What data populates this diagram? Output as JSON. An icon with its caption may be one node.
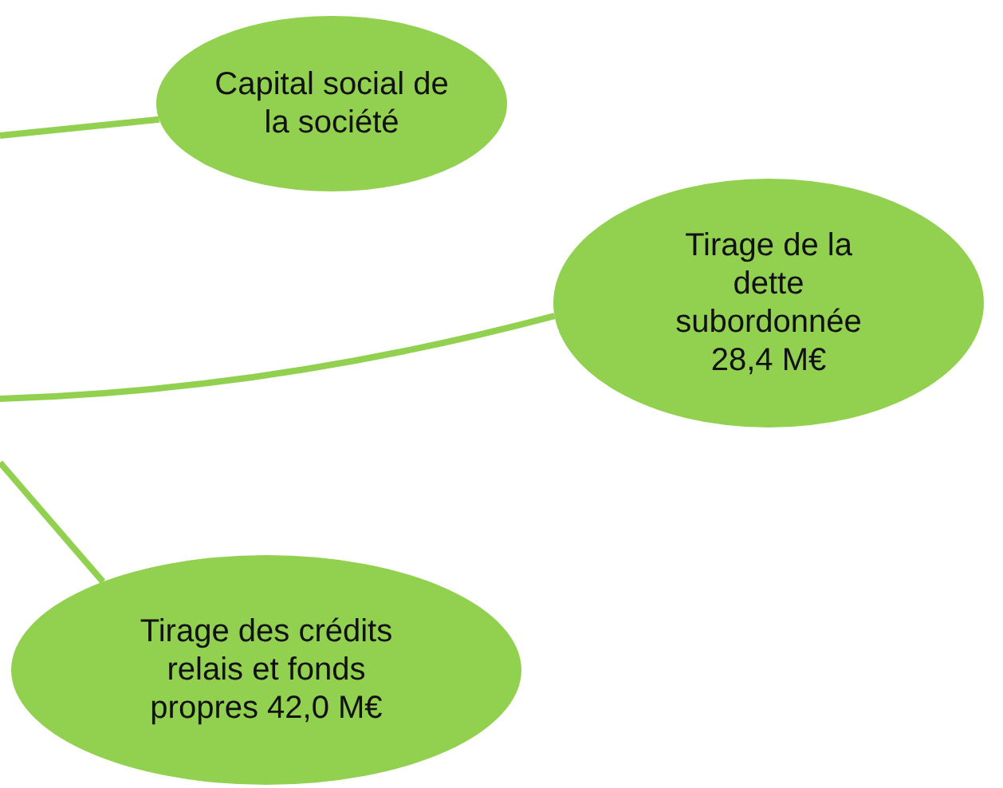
{
  "diagram": {
    "nodes": [
      {
        "text": [
          "Capital social de la société"
        ]
      },
      {
        "text": [
          "Tirage de la dette subordonnée 28,4 M€"
        ]
      },
      {
        "text": [
          "Tirage des crédits relais et fonds propres 42,0 M€"
        ]
      }
    ],
    "edges": [
      {
        "from": null,
        "to": 0,
        "arrow": "none"
      },
      {
        "from": null,
        "to": 1,
        "arrow": "none"
      },
      {
        "from": null,
        "to": 2,
        "arrow": "none"
      }
    ]
  }
}
